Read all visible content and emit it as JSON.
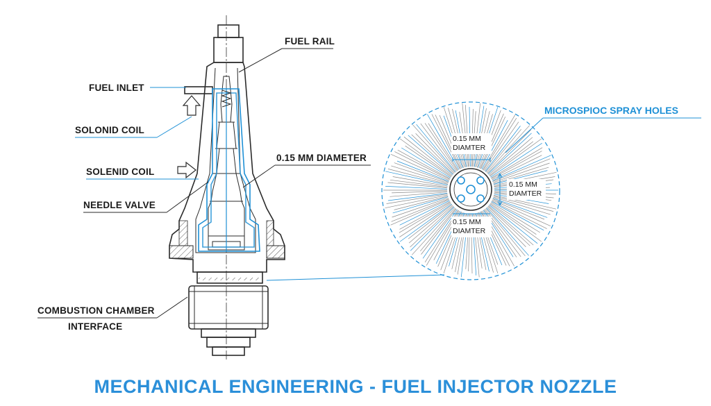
{
  "title": "MECHANICAL ENGINEERING - FUEL INJECTOR NOZZLE",
  "labels": {
    "fuel_rail": "FUEL RAIL",
    "fuel_inlet": "FUEL INLET",
    "solonid_coil": "SOLONID COIL",
    "solenid_coil": "SOLENID COIL",
    "needle_valve": "NEEDLE VALVE",
    "diameter_callout": "0.15 MM DIAMETER",
    "combustion_line1": "COMBUSTION CHAMBER",
    "combustion_line2": "INTERFACE",
    "spray_holes": "MICROSPIOC SPRAY HOLES"
  },
  "detail": {
    "top_value": "0.15 MM",
    "top_unit": "DIAMTER",
    "right_value": "0.15 MM",
    "right_unit": "DIAMTER",
    "bottom_value": "0.15 MM",
    "bottom_unit": "DIAMTER"
  },
  "colors": {
    "accent": "#1e90d6",
    "title": "#2b8fd9",
    "ink": "#2a2a2a"
  }
}
